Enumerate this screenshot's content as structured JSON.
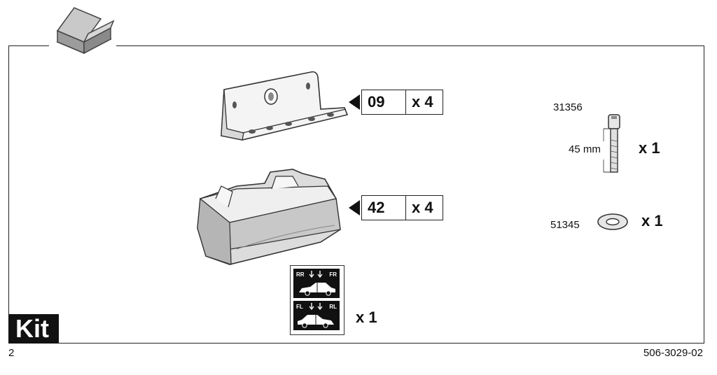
{
  "kit_label": "Kit",
  "page_number": "2",
  "document_number": "506-3029-02",
  "parts": [
    {
      "code": "09",
      "quantity": "x 4"
    },
    {
      "code": "42",
      "quantity": "x 4"
    }
  ],
  "bolt": {
    "part_number": "31356",
    "length": "45 mm",
    "quantity": "x 1"
  },
  "washer": {
    "part_number": "51345",
    "quantity": "x 1"
  },
  "sticker": {
    "top_left": "RR",
    "top_right": "FR",
    "bottom_left": "FL",
    "bottom_right": "RL",
    "quantity": "x 1"
  },
  "icons": [
    "box-icon",
    "bracket-icon",
    "foot-pad-icon",
    "bolt-icon",
    "washer-icon",
    "car-icon",
    "arrow-down-icon"
  ]
}
